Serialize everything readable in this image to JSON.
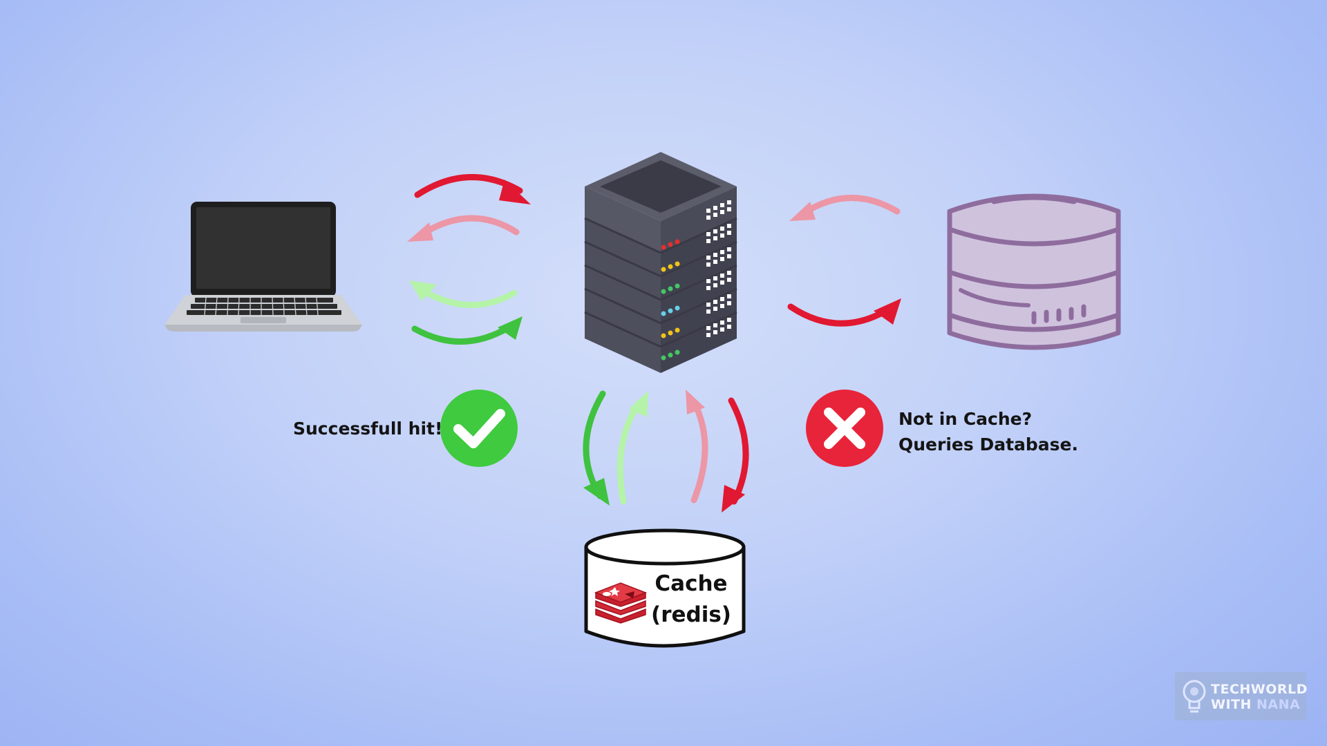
{
  "labels": {
    "hit": "Successfull hit!",
    "miss_line1": "Not in Cache?",
    "miss_line2": "Queries Database.",
    "cache_line1": "Cache",
    "cache_line2": "(redis)"
  },
  "watermark": {
    "line1": "TECHWORLD",
    "line2_a": "WITH ",
    "line2_b": "NANA"
  },
  "colors": {
    "hit": "#3fca3f",
    "miss": "#e8243a",
    "arrow_red": "#e11831",
    "arrow_pink": "#ec96a6",
    "arrow_green": "#3fc23f",
    "arrow_light_green": "#b5f3a9",
    "database": "#8e6d9e"
  },
  "icons": [
    "laptop-icon",
    "server-icon",
    "database-icon",
    "redis-logo-icon",
    "checkmark-icon",
    "cross-icon"
  ]
}
